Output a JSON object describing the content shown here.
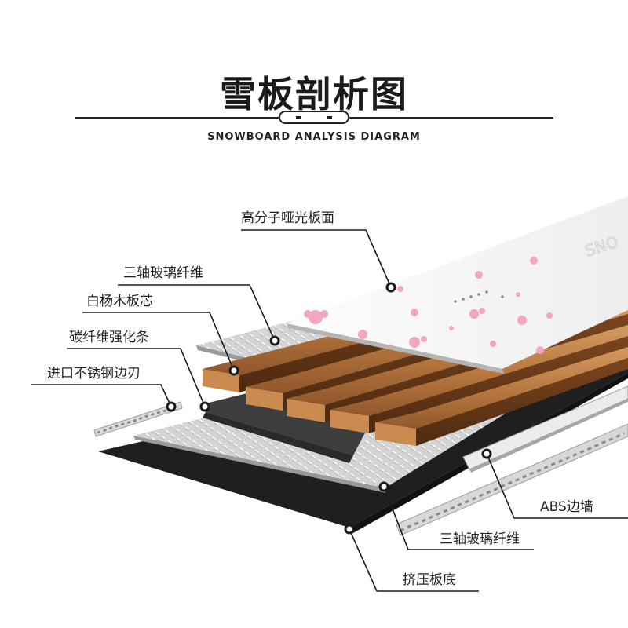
{
  "header": {
    "title": "雪板剖析图",
    "subtitle": "SNOWBOARD ANALYSIS DIAGRAM"
  },
  "labels": {
    "topsheet": "高分子哑光板面",
    "triax_top": "三轴玻璃纤维",
    "core": "白杨木板芯",
    "carbon": "碳纤维强化条",
    "edge": "进口不锈钢边刃",
    "sidewall": "ABS边墙",
    "triax_bottom": "三轴玻璃纤维",
    "base": "挤压板底"
  },
  "colors": {
    "ink": "#1b1b1b",
    "wood": "#b7773f",
    "base": "#1e1e1e",
    "sakura": "#f2a7bd"
  }
}
